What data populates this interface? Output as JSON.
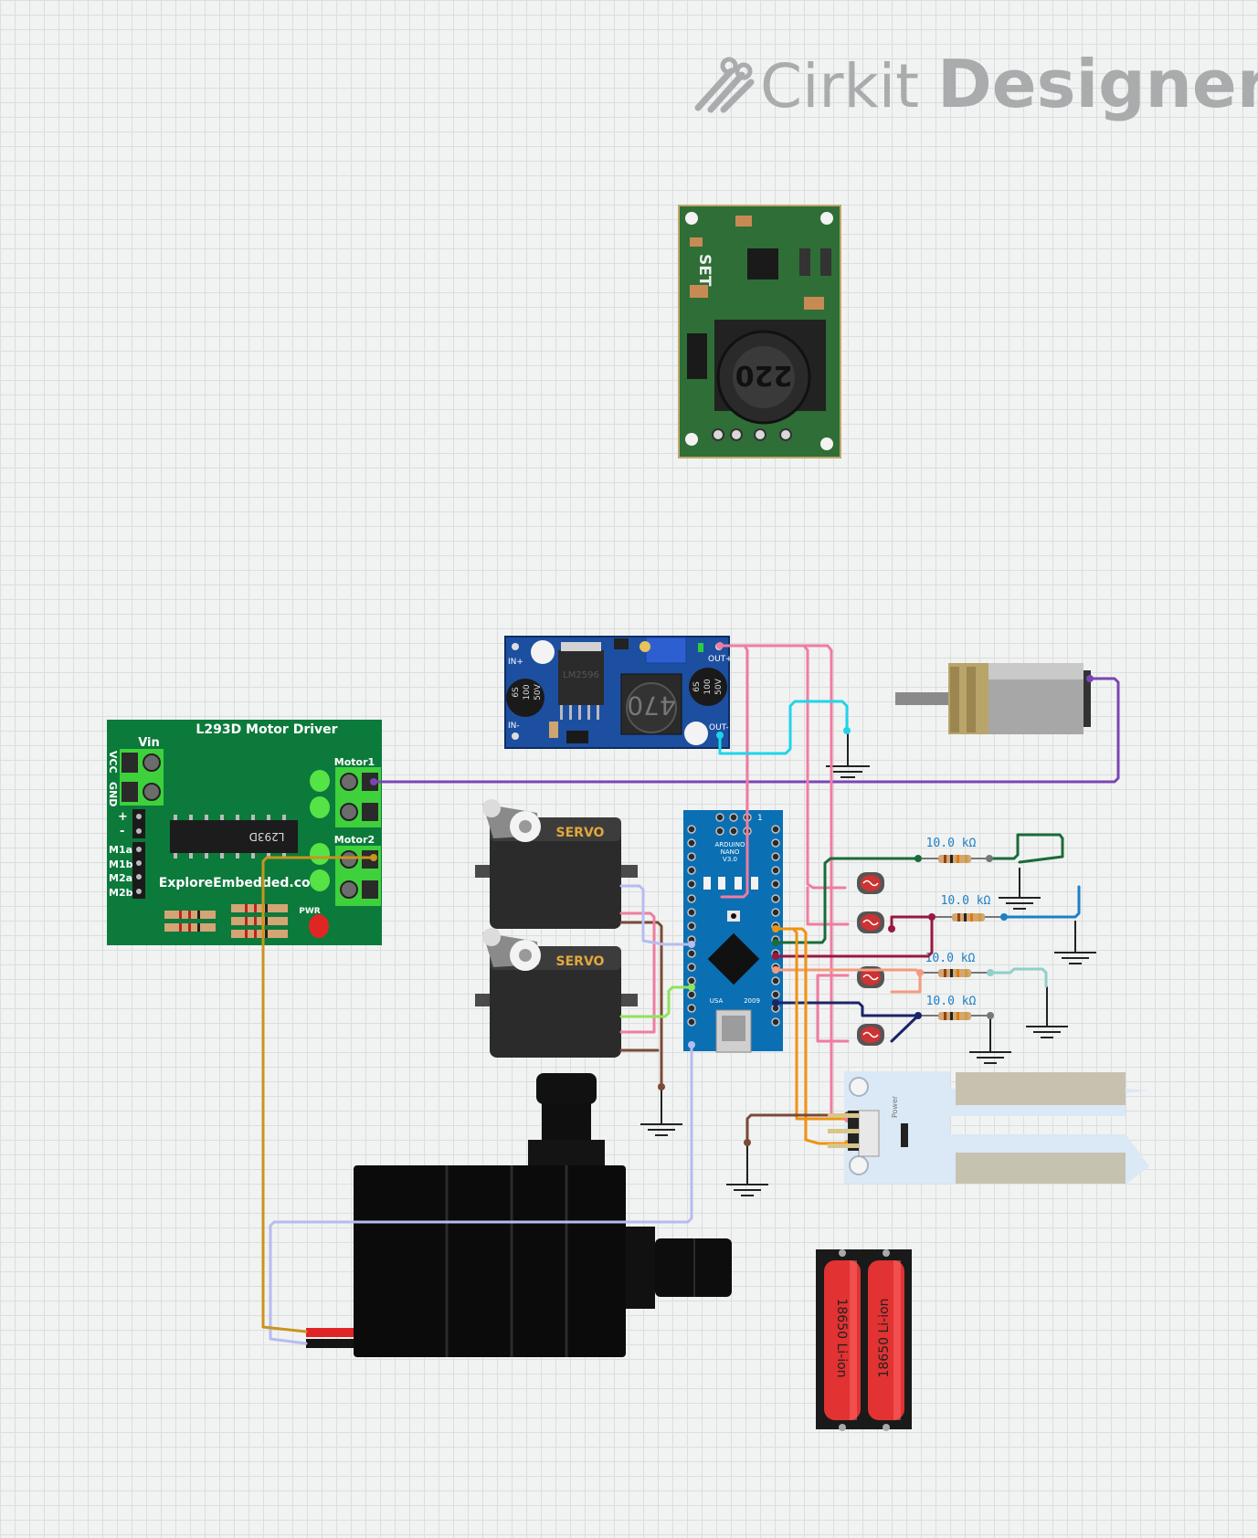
{
  "logo": {
    "word1": "Cirkit",
    "word2": "Designer"
  },
  "components": {
    "charger_module": {
      "label_set": "SET",
      "inductor_code": "220"
    },
    "buck_converter": {
      "chip_text": "LM2596",
      "inductor_code": "470",
      "cap_text": "100",
      "cap_voltage": "50V",
      "cap_series": "6S",
      "pin_in_plus": "IN+",
      "pin_in_minus": "IN-",
      "pin_out_plus": "OUT+",
      "pin_out_minus": "OUT-"
    },
    "motor_driver": {
      "title": "L293D Motor Driver",
      "vin": "Vin",
      "vcc": "VCC",
      "gnd": "GND",
      "motor1": "Motor1",
      "motor2": "Motor2",
      "chip": "L293D",
      "brand": "ExploreEmbedded.com",
      "pwr": "PWR",
      "plus": "+",
      "minus": "-",
      "pins": [
        "M1a",
        "M1b",
        "M2a",
        "M2b"
      ]
    },
    "servo": {
      "label": "SERVO"
    },
    "arduino": {
      "line1": "ARDUINO",
      "line2": "NANO",
      "line3": "V3.0",
      "usa": "USA",
      "year": "2009",
      "pin1": "1"
    },
    "resistors": [
      "10.0 kΩ",
      "10.0 kΩ",
      "10.0 kΩ",
      "10.0 kΩ"
    ],
    "soil_sensor": {
      "power": "Power"
    },
    "battery": {
      "cell1": "18650 Li-ion",
      "cell2": "18650 Li-ion"
    }
  },
  "colors": {
    "pink": "#f07ca0",
    "purple": "#7b45b4",
    "cyan": "#1fd4e8",
    "orange": "#f0930f",
    "brown": "#7a4b35",
    "dark_green": "#1a6b3a",
    "maroon": "#98183f",
    "blue": "#1c80c6",
    "salmon": "#f49b7e",
    "light_teal": "#8fd0ca",
    "navy": "#1a2468",
    "lavender": "#b7bcef",
    "gold": "#c8951e",
    "light_green": "#8ee35c"
  }
}
